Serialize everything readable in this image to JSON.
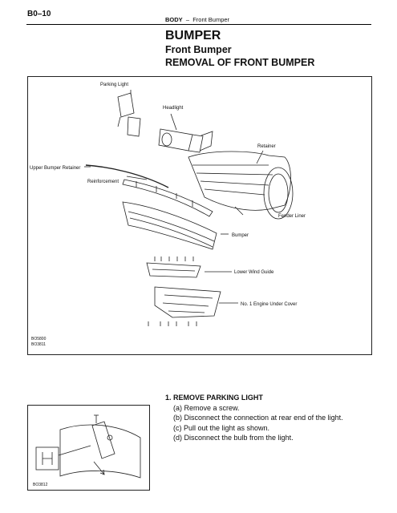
{
  "header": {
    "page_number": "B0–10",
    "section": "BODY",
    "separator": "–",
    "topic": "Front Bumper"
  },
  "heading": {
    "title": "BUMPER",
    "subtitle": "Front Bumper",
    "section_title": "REMOVAL OF FRONT BUMPER"
  },
  "figure_main": {
    "labels": {
      "parking_light": "Parking Light",
      "headlight": "Headlight",
      "retainer": "Retainer",
      "upper_bumper_retainer": "Upper Bumper Retainer",
      "reinforcement": "Reinforcement",
      "fender_liner": "Fender Liner",
      "bumper": "Bumper",
      "lower_wind_guide": "Lower Wind Guide",
      "engine_under_cover": "No. 1 Engine Under Cover"
    },
    "code_line1": "BO5800",
    "code_line2": "BO3811"
  },
  "figure_small": {
    "code": "BO3812"
  },
  "steps": {
    "step1_title": "1.   REMOVE PARKING LIGHT",
    "a": "(a)   Remove a screw.",
    "b": "(b)   Disconnect the connection at rear end of the light.",
    "c": "(c)   Pull out the light as shown.",
    "d": "(d)   Disconnect the bulb from the light."
  }
}
